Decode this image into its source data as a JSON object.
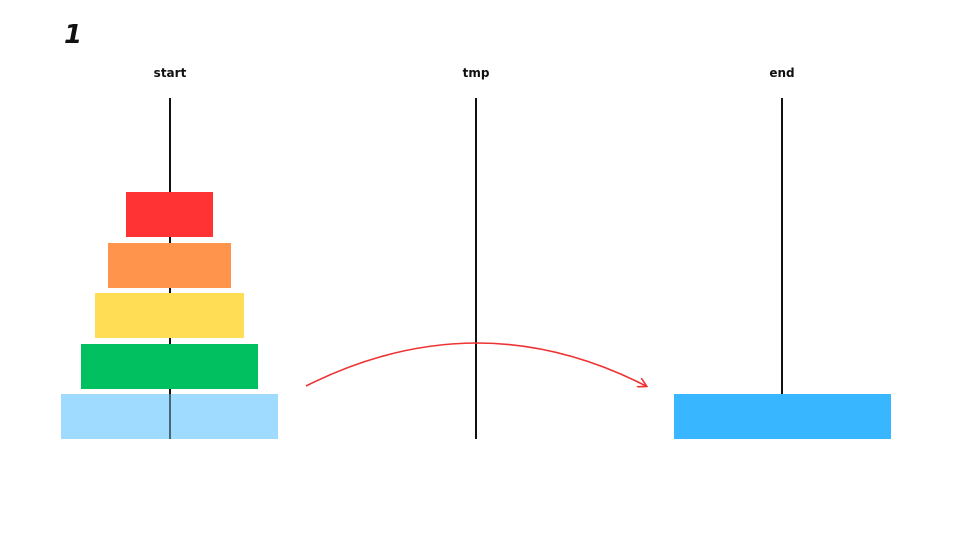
{
  "step_number": "1",
  "pegs": [
    {
      "label": "start"
    },
    {
      "label": "tmp"
    },
    {
      "label": "end"
    }
  ],
  "disks": [
    {
      "color": "#FF3333",
      "size": 1
    },
    {
      "color": "#FF944D",
      "size": 2
    },
    {
      "color": "#FFDD55",
      "size": 3
    },
    {
      "color": "#00C060",
      "size": 4
    },
    {
      "color": "#99D9FF",
      "size": 5
    }
  ],
  "moving_disk_color": "#38B6FF",
  "arrow_color": "#EE3333"
}
